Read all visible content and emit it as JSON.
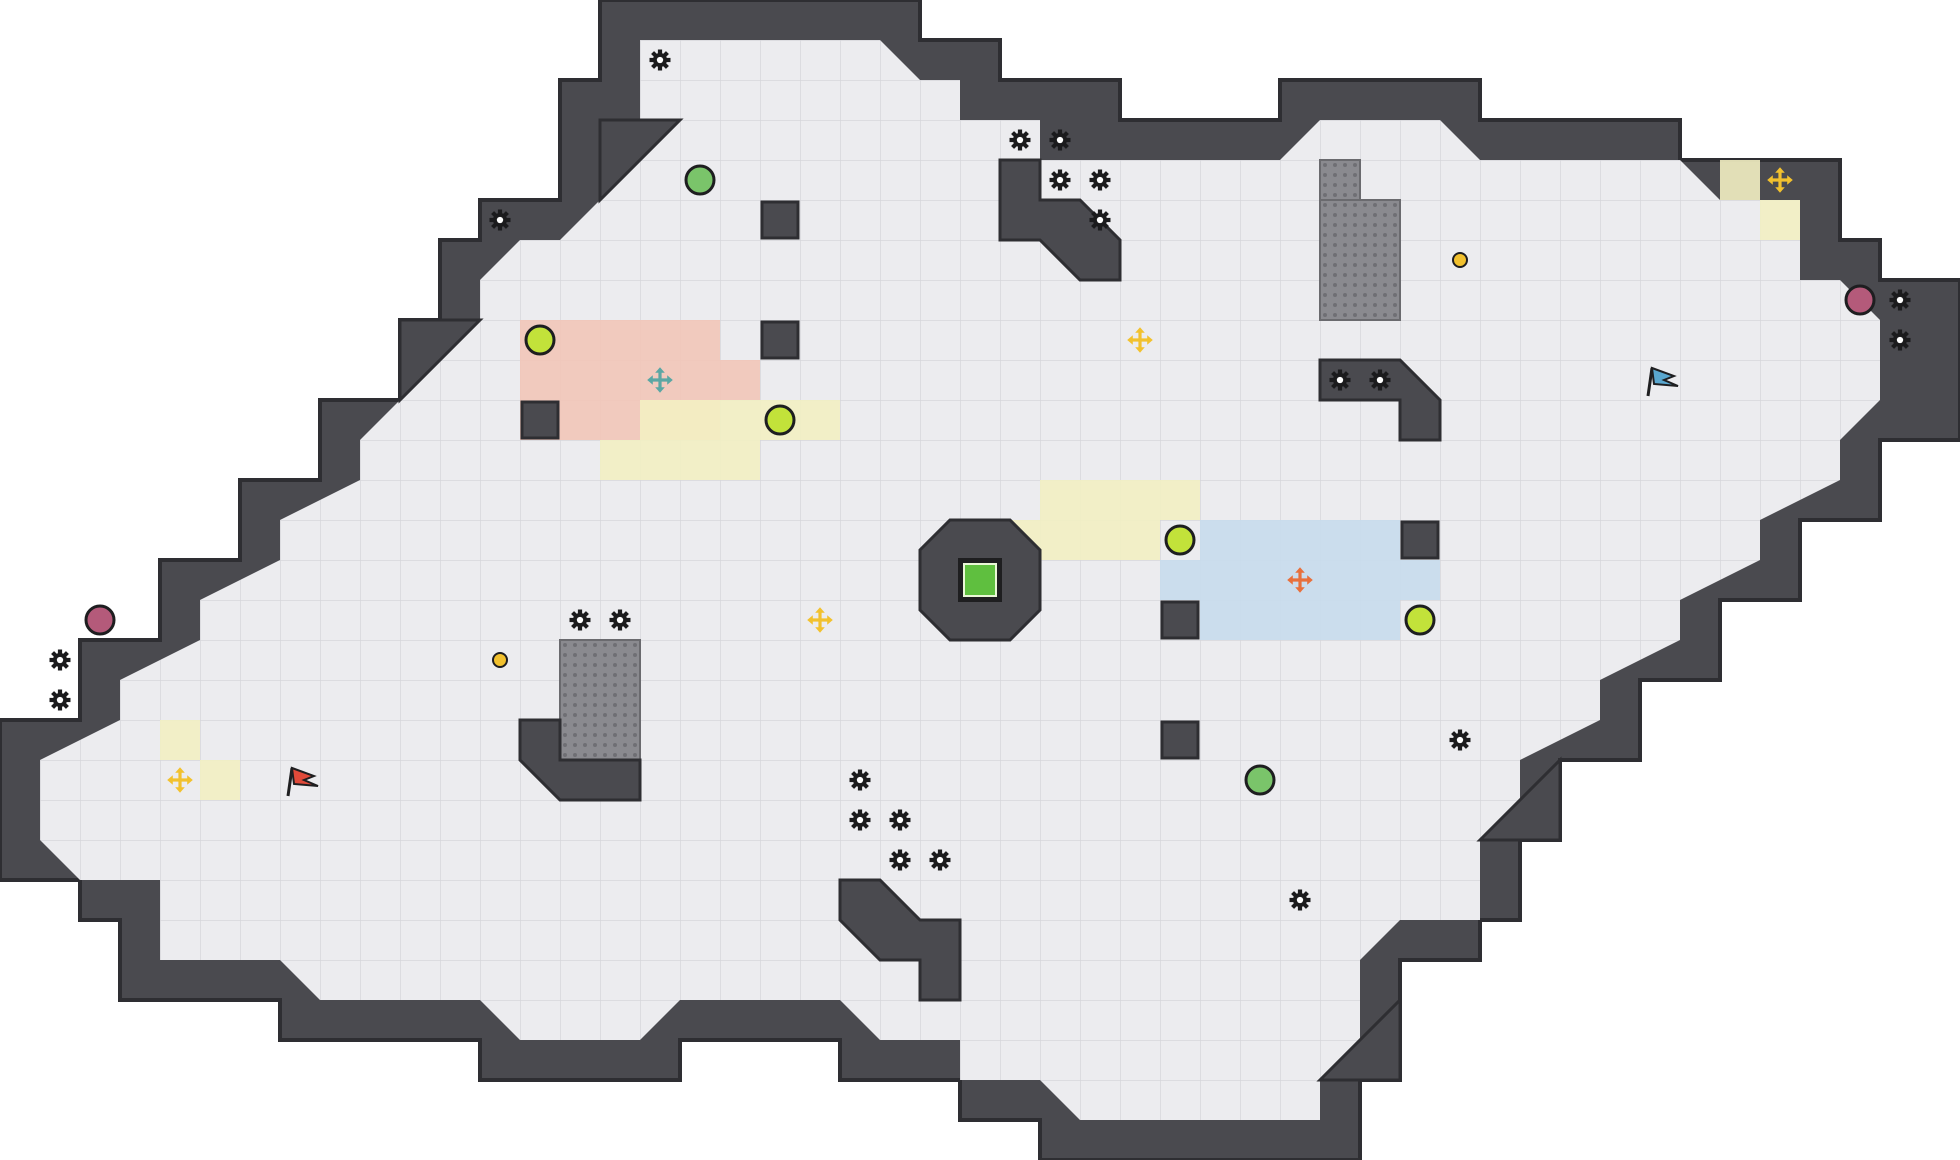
{
  "level": {
    "name": "level-map",
    "colors": {
      "floor": "#ececef",
      "grid": "#d9d9de",
      "wall": "#4a4a4f",
      "wall_edge": "#2e2e32",
      "red_zone": "#f2c7b8",
      "yellow_zone": "#f3f0c2",
      "blue_zone": "#c8dcec",
      "grate": "#8f8f94",
      "gear": "#1b1b1d",
      "flag_red": "#e04a3a",
      "flag_blue": "#5aa7cf",
      "orb_green": "#c2e23a",
      "token_yellow": "#f2c12e",
      "core": "#5fbf3f"
    },
    "entities": [
      {
        "type": "red-flag",
        "icon": "red-flag-icon"
      },
      {
        "type": "blue-flag",
        "icon": "blue-flag-icon"
      },
      {
        "type": "central-core",
        "icon": "core-block-icon"
      },
      {
        "type": "teleport-pad",
        "icon": "move-arrows-icon",
        "color": "teal"
      },
      {
        "type": "teleport-pad",
        "icon": "move-arrows-icon",
        "color": "orange"
      },
      {
        "type": "boost-pad",
        "icon": "move-arrows-icon",
        "color": "yellow"
      },
      {
        "type": "powerup",
        "icon": "green-orb-icon"
      },
      {
        "type": "bomb",
        "icon": "bomb-icon"
      },
      {
        "type": "spike",
        "icon": "gear-icon"
      }
    ]
  }
}
